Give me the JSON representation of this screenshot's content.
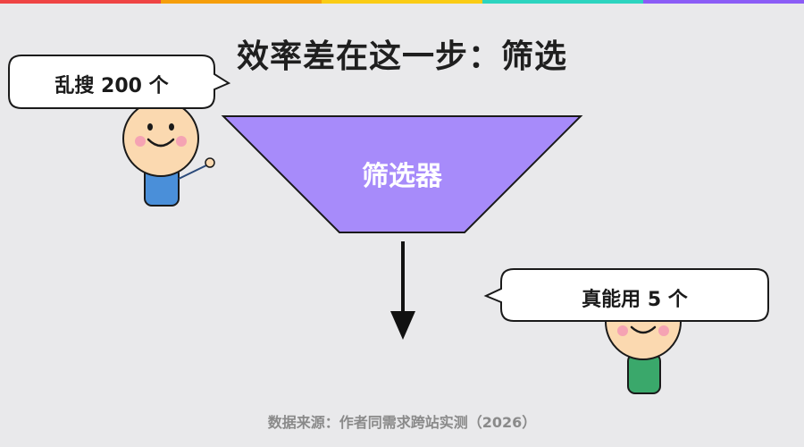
{
  "title": "效率差在这一步：筛选",
  "left_bubble": {
    "text": "乱搜 200 个"
  },
  "right_bubble": {
    "text": "真能用 5 个"
  },
  "funnel": {
    "label": "筛选器",
    "color": "#a78bfa"
  },
  "source": "数据来源：作者同需求跨站实测（2026）",
  "colors": {
    "background": "#e9e9eb",
    "top_bar": [
      "#ef4444",
      "#f59e0b",
      "#facc15",
      "#2dd4bf",
      "#8b5cf6"
    ],
    "face": "#fbd9b0",
    "left_shirt": "#4a8fd9",
    "right_shirt": "#3aa86b",
    "cheek": "#f5a3b3"
  }
}
